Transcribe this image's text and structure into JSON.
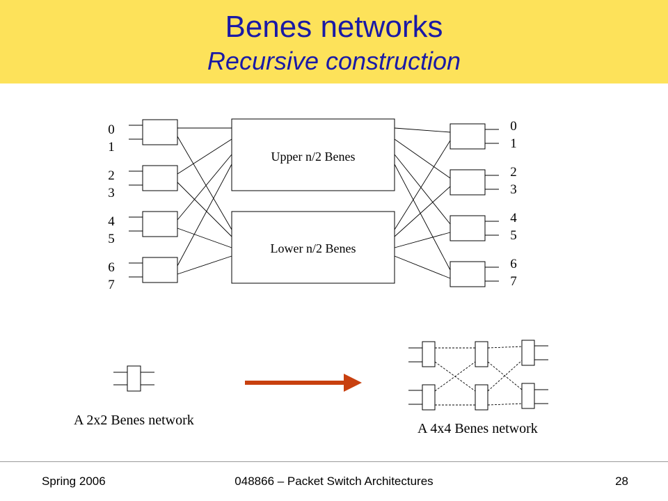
{
  "slide": {
    "title": "Benes networks",
    "subtitle": "Recursive construction"
  },
  "diagram": {
    "upper_block_label": "Upper n/2 Benes",
    "lower_block_label": "Lower n/2 Benes",
    "input_ports": [
      "0",
      "1",
      "2",
      "3",
      "4",
      "5",
      "6",
      "7"
    ],
    "output_ports": [
      "0",
      "1",
      "2",
      "3",
      "4",
      "5",
      "6",
      "7"
    ],
    "caption_2x2": "A 2x2 Benes network",
    "caption_4x4": "A 4x4 Benes network",
    "arrow_color": "#c8400f"
  },
  "footer": {
    "left": "Spring 2006",
    "center": "048866 – Packet Switch Architectures",
    "right": "28"
  }
}
